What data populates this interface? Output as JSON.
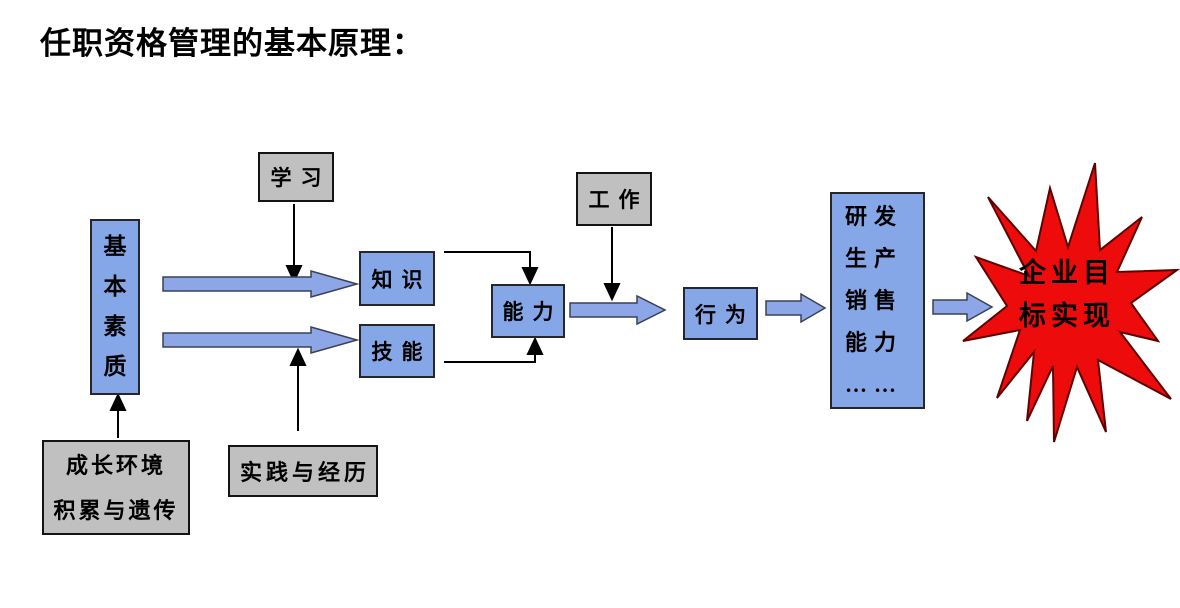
{
  "title": "任职资格管理的基本原理：",
  "colors": {
    "node_blue": "#85A7E8",
    "node_gray": "#C0C0C0",
    "arrow_blue_fill": "#8CA6E8",
    "star_red": "#EE0B0B",
    "text": "#000000"
  },
  "nodes": {
    "basic_quality": {
      "chars": [
        "基",
        "本",
        "素",
        "质"
      ]
    },
    "growth": {
      "lines": [
        "成长环境",
        "积累与遗传"
      ]
    },
    "study": {
      "label": "学习"
    },
    "practice": {
      "label": "实践与经历"
    },
    "knowledge": {
      "label": "知识"
    },
    "skill": {
      "label": "技能"
    },
    "ability": {
      "label": "能力"
    },
    "work": {
      "label": "工作"
    },
    "behavior": {
      "label": "行为"
    },
    "business_capability": {
      "lines": [
        "研发",
        "生产",
        "销售",
        "能力",
        "……"
      ]
    },
    "enterprise_goal": {
      "lines": [
        "企业目",
        "标实现"
      ]
    }
  }
}
